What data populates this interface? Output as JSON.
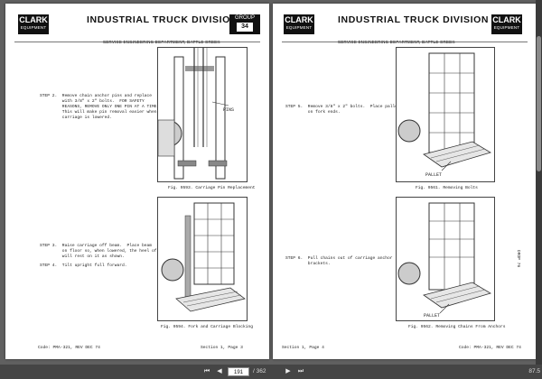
{
  "left_page": {
    "logo": {
      "brand": "CLARK",
      "sub": "EQUIPMENT"
    },
    "title": "INDUSTRIAL TRUCK DIVISION",
    "subtitle": "SERVICE ENGINEERING DEPARTMENT, BATTLE CREEK",
    "group": {
      "label": "GROUP",
      "number": "34"
    },
    "step2": "STEP 2.  Remove chain anchor pins and replace\n         with 3/8\" x 2\" bolts.  FOR SAFETY\n         REASONS, REMOVE ONLY ONE PIN AT A TIME.\n         This will make pin removal easier when\n         carriage is lowered.",
    "pins_label": "PINS",
    "fig1_caption": "Fig. 9593.  Carriage Pin Replacement",
    "step3": "STEP 3.  Raise carriage off beam.  Place beam\n         on floor so, when lowered, the heel of the fork\n         will rest on it as shown.",
    "step4": "STEP 4.  Tilt upright full forward.",
    "fig2_caption": "Fig. 9594.  Fork and Carriage Blocking",
    "footer_left": "Code: PMA-321, REV DEC 74",
    "footer_right": "Section 1, Page 3"
  },
  "right_page": {
    "logo": {
      "brand": "CLARK",
      "sub": "EQUIPMENT"
    },
    "title": "INDUSTRIAL TRUCK DIVISION",
    "subtitle": "SERVICE ENGINEERING DEPARTMENT, BATTLE CREEK",
    "step5": "STEP 5.  Remove 3/8\" x 2\" bolts.  Place pallet\n         on fork ends.",
    "pallet_label_1": "PALLET",
    "fig3_caption": "Fig. 9561.  Removing Bolts",
    "step6": "STEP 6.  Pull chains out of carriage anchor\n         brackets.",
    "pallet_label_2": "PALLET",
    "fig4_caption": "Fig. 9562.  Removing Chains From Anchors",
    "side_text": "DROP 76",
    "footer_left": "Section 1, Page 4",
    "footer_right": "Code: PMA-321, REV DEC 74"
  },
  "toolbar": {
    "current_page": "191",
    "total_pages": "/ 362",
    "zoom": "87.5"
  },
  "colors": {
    "toolbar_bg": "#454545",
    "viewer_bg": "#606060"
  },
  "icons": [
    "first-page-icon",
    "prev-page-icon",
    "next-page-icon",
    "last-page-icon"
  ]
}
